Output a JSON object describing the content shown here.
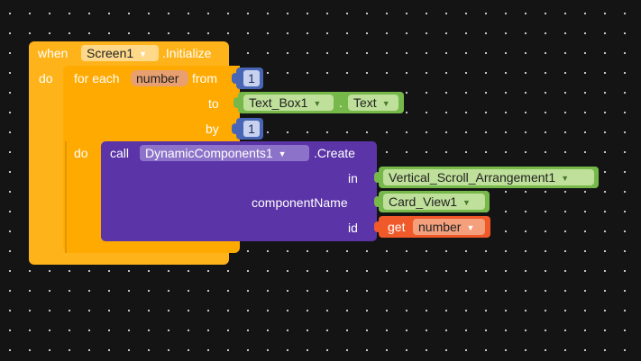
{
  "event": {
    "when_label": "when",
    "component": "Screen1",
    "event_name": ".Initialize",
    "do_label": "do"
  },
  "loop": {
    "for_each_label": "for each",
    "variable": "number",
    "from_label": "from",
    "from_value": "1",
    "to_label": "to",
    "to_component": "Text_Box1",
    "to_separator": ".",
    "to_property": "Text",
    "by_label": "by",
    "by_value": "1",
    "do_label": "do"
  },
  "call": {
    "call_label": "call",
    "component": "DynamicComponents1",
    "method": ".Create",
    "in_label": "in",
    "in_value": "Vertical_Scroll_Arrangement1",
    "component_name_label": "componentName",
    "component_name_value": "Card_View1",
    "id_label": "id",
    "id_get_label": "get",
    "id_variable": "number"
  },
  "colors": {
    "event": "#ffb31a",
    "loop": "#ffaa00",
    "procedure": "#5b35a8",
    "math": "#4966b6",
    "component": "#76b94a",
    "variable": "#f05a2a",
    "workspace": "#141414"
  },
  "dropdown_icon": "triangle-down"
}
